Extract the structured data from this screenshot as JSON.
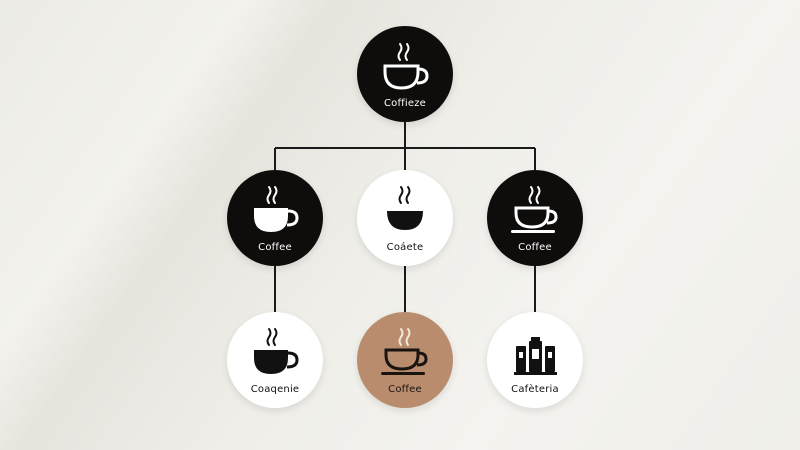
{
  "diagram": {
    "root": {
      "label": "Coffieze",
      "icon": "coffee-cup-steam-icon",
      "fill": "#0f0d0c"
    },
    "level2": [
      {
        "label": "Coffee",
        "icon": "coffee-mug-steam-icon",
        "fill": "#0f0d0c"
      },
      {
        "label": "Coáete",
        "icon": "coffee-bowl-steam-icon",
        "fill": "#ffffff"
      },
      {
        "label": "Coffee",
        "icon": "coffee-cup-saucer-icon",
        "fill": "#0f0d0c"
      }
    ],
    "level3": [
      {
        "label": "Coaqenie",
        "icon": "coffee-mug-steam-icon",
        "fill": "#ffffff"
      },
      {
        "label": "Coffee",
        "icon": "coffee-cup-saucer-icon",
        "fill": "#b98c6d"
      },
      {
        "label": "Cafèteria",
        "icon": "espresso-machine-icon",
        "fill": "#ffffff"
      }
    ]
  }
}
